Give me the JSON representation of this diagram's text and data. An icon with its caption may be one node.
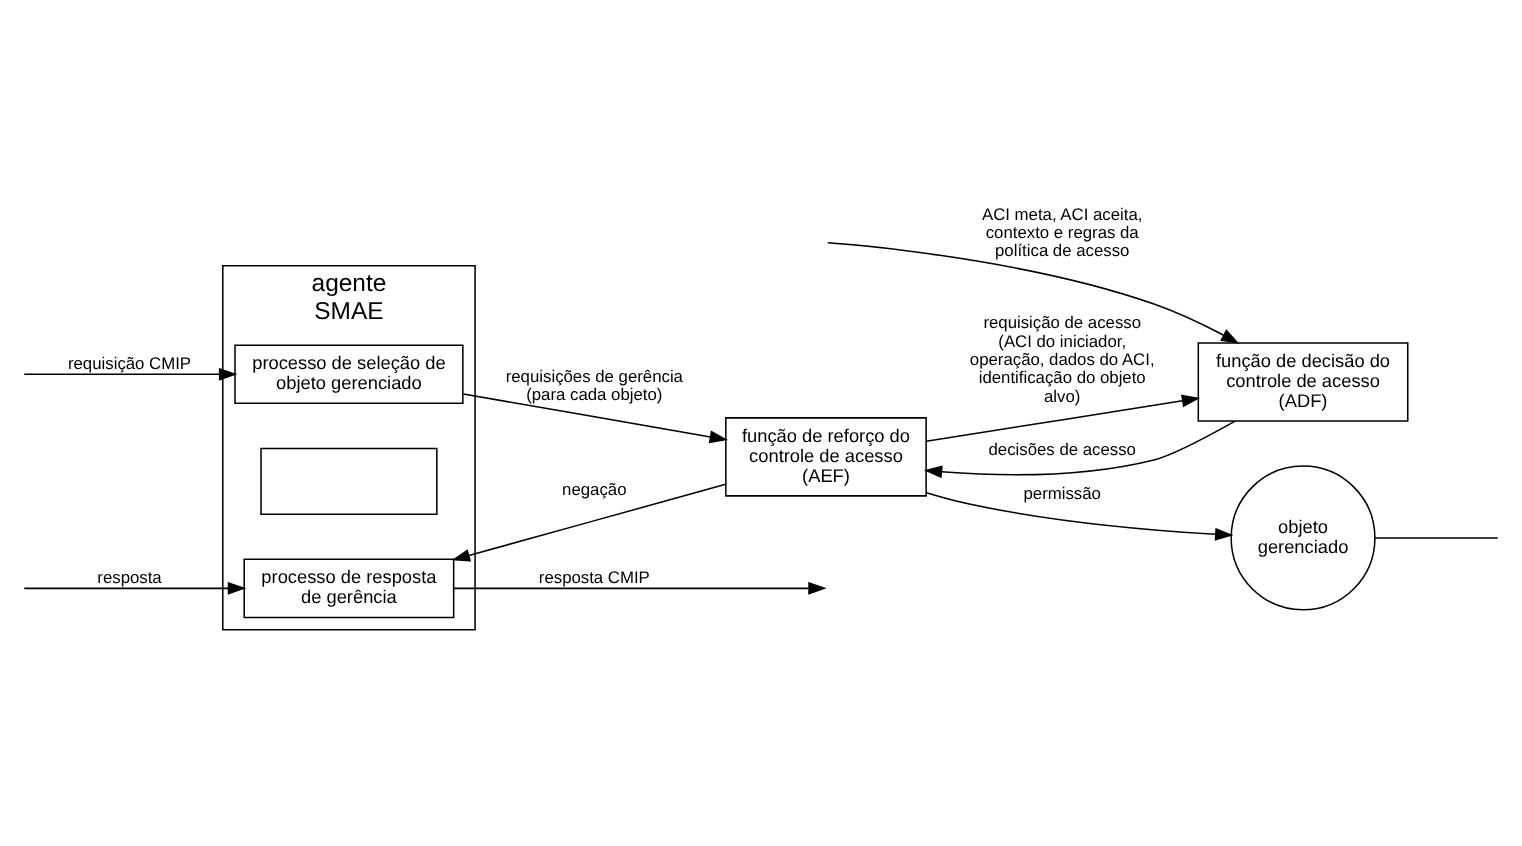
{
  "diagram": {
    "nodes": [
      {
        "text": [
          "agente",
          "SMAE"
        ]
      },
      {
        "text": [
          "processo de seleção de objeto gerenciado"
        ],
        "in": 0
      },
      {
        "text": [],
        "shape": "box",
        "in": 0
      },
      {
        "text": [
          "processo de resposta de gerência"
        ],
        "in": 0
      },
      {
        "text": [
          "função de reforço do controle de acesso (AEF)"
        ]
      },
      {
        "text": [
          "objeto gerenciado"
        ]
      },
      {
        "text": [
          "função de decisão do controle de acesso (ADF)"
        ]
      }
    ],
    "edges": [
      {
        "from": null,
        "to": 1,
        "arrow": "to",
        "label": "requisição CMIP"
      },
      {
        "from": 3,
        "to": null,
        "arrow": "to",
        "label": "resposta CMIP"
      },
      {
        "from": 1,
        "to": 4,
        "arrow": "to",
        "label": "requisições de gerência (para cada objeto)"
      },
      {
        "from": 4,
        "to": 5,
        "arrow": "to",
        "label": "permissão"
      },
      {
        "from": 4,
        "to": 3,
        "arrow": "to",
        "label": "negação"
      },
      {
        "from": 4,
        "to": 6,
        "arrow": "to",
        "label": "requisição de acesso (ACI do iniciador, operação, dados do ACI, identificação do objeto alvo)"
      },
      {
        "from": 6,
        "to": 4,
        "arrow": "to",
        "label": "decisões de acesso"
      },
      {
        "from": null,
        "to": 6,
        "arrow": "to",
        "label": "ACI meta, ACI aceita, contexto e regras da política de acesso"
      },
      {
        "from": null,
        "to": 3,
        "arrow": "to",
        "label": "resposta"
      },
      {
        "from": 5,
        "to": null,
        "arrow": "none"
      }
    ]
  }
}
